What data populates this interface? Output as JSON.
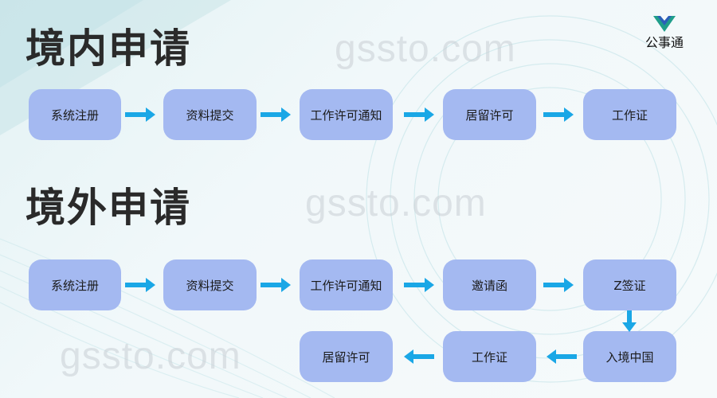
{
  "watermark": "gssto.com",
  "logo": {
    "text": "公事通"
  },
  "domestic": {
    "title": "境内申请",
    "steps": [
      "系统注册",
      "资料提交",
      "工作许可通知",
      "居留许可",
      "工作证"
    ]
  },
  "overseas": {
    "title": "境外申请",
    "steps": [
      "系统注册",
      "资料提交",
      "工作许可通知",
      "邀请函",
      "Z签证",
      "入境中国",
      "工作证",
      "居留许可"
    ]
  },
  "colors": {
    "box": "#a4b9f1",
    "arrow": "#1aa7e6",
    "title": "#2a2a2a"
  }
}
